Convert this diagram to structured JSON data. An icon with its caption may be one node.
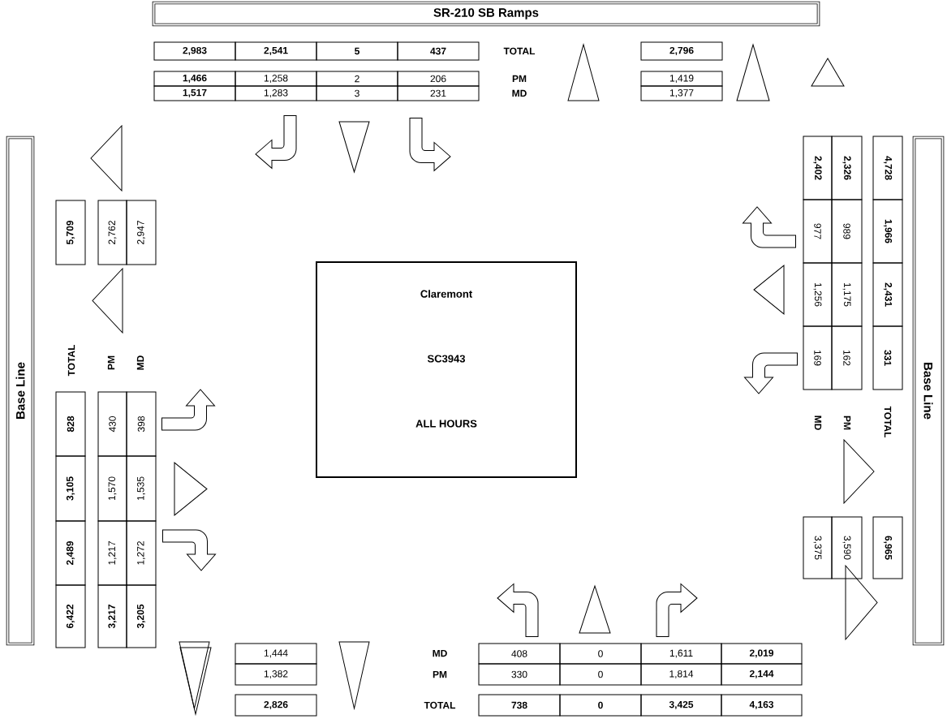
{
  "diagram": {
    "nodes": [
      {
        "text": [
          "SR-210 SB Ramps"
        ]
      },
      {
        "text": [
          "Base Line"
        ]
      },
      {
        "text": [
          "Base Line"
        ]
      },
      {
        "text": [
          "Claremont",
          "SC3943",
          "ALL HOURS"
        ]
      }
    ],
    "labels": [
      "2,983",
      "2,541",
      "5",
      "437",
      "TOTAL",
      "2,796",
      "1,466",
      "1,258",
      "2",
      "206",
      "PM",
      "1,419",
      "1,517",
      "1,283",
      "3",
      "231",
      "MD",
      "1,377",
      "5,709",
      "2,762",
      "2,947",
      "TOTAL",
      "PM",
      "MD",
      "828",
      "430",
      "398",
      "3,105",
      "1,570",
      "1,535",
      "2,489",
      "1,217",
      "1,272",
      "6,422",
      "3,217",
      "3,205",
      "2,402",
      "2,326",
      "4,728",
      "977",
      "989",
      "1,966",
      "1,256",
      "1,175",
      "2,431",
      "169",
      "162",
      "331",
      "MD",
      "PM",
      "TOTAL",
      "3,375",
      "3,590",
      "6,965",
      "1,444",
      "MD",
      "408",
      "0",
      "1,611",
      "2,019",
      "1,382",
      "PM",
      "330",
      "0",
      "1,814",
      "2,144",
      "2,826",
      "TOTAL",
      "738",
      "0",
      "3,425",
      "4,163"
    ]
  }
}
